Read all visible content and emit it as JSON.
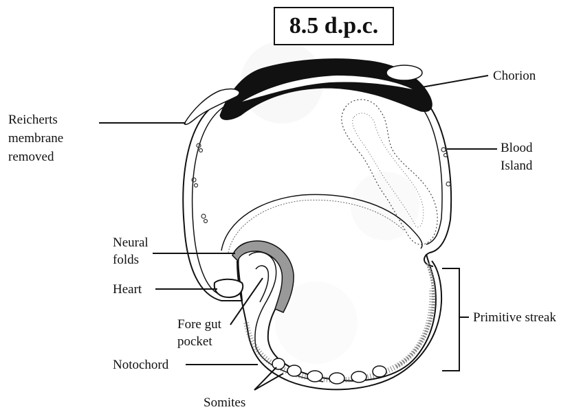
{
  "title": "8.5 d.p.c.",
  "labels": {
    "chorion": "Chorion",
    "reicherts_line1": "Reicherts",
    "reicherts_line2": "membrane",
    "reicherts_line3": "removed",
    "blood_line1": "Blood",
    "blood_line2": "Island",
    "neural_line1": "Neural",
    "neural_line2": "folds",
    "heart": "Heart",
    "foregut_line1": "Fore gut",
    "foregut_line2": "pocket",
    "primitive_streak": "Primitive streak",
    "notochord": "Notochord",
    "somites": "Somites"
  }
}
